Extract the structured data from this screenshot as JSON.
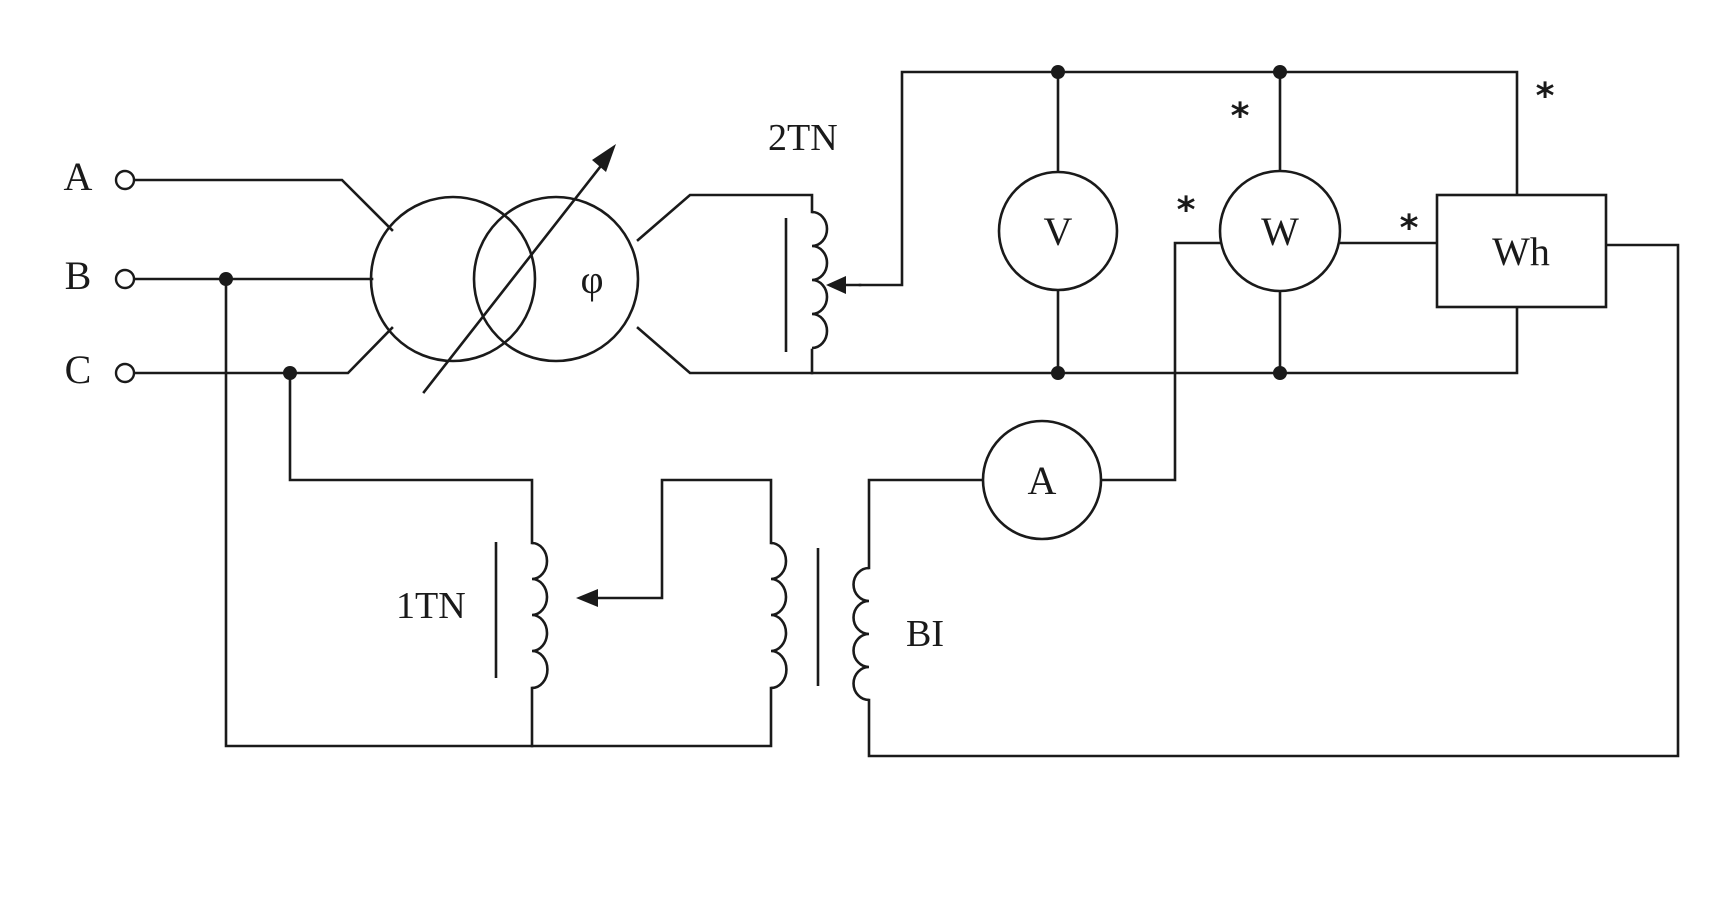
{
  "terminals": [
    {
      "id": "A",
      "label": "A"
    },
    {
      "id": "B",
      "label": "B"
    },
    {
      "id": "C",
      "label": "C"
    }
  ],
  "phase_shifter": {
    "symbol": "φ"
  },
  "devices": {
    "tn2": "2TN",
    "tn1": "1TN",
    "ct": "BI"
  },
  "meters": {
    "voltmeter": "V",
    "wattmeter": "W",
    "energy_meter": "Wh",
    "ammeter": "A"
  },
  "polarity_mark": "*"
}
